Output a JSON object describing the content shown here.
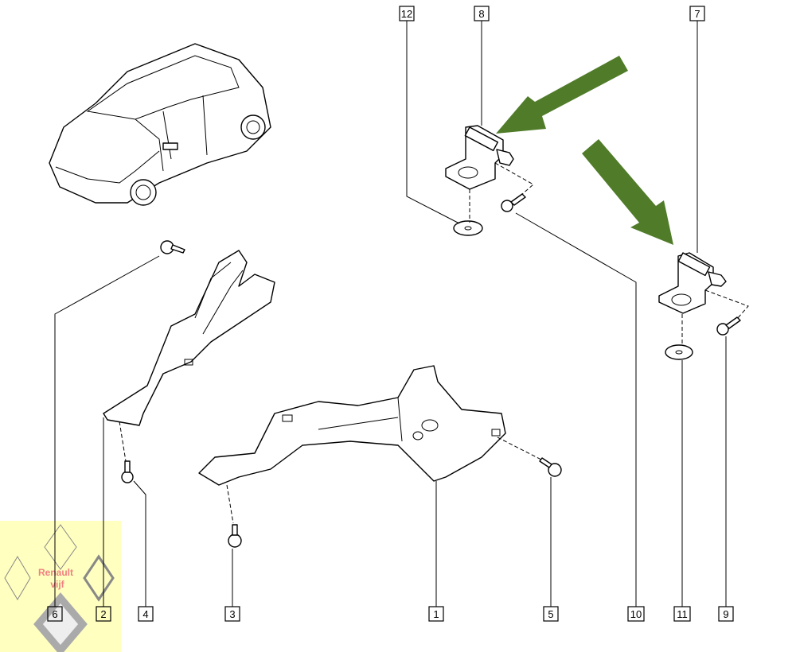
{
  "diagram": {
    "callouts_top": [
      "12",
      "8",
      "7"
    ],
    "callouts_bottom": [
      "6",
      "2",
      "4",
      "3",
      "1",
      "5",
      "10",
      "11",
      "9"
    ],
    "arrow_color": "#507c2a",
    "watermark": {
      "line1": "Renault",
      "line2": "vijf",
      "background": "#ffffc0"
    }
  }
}
